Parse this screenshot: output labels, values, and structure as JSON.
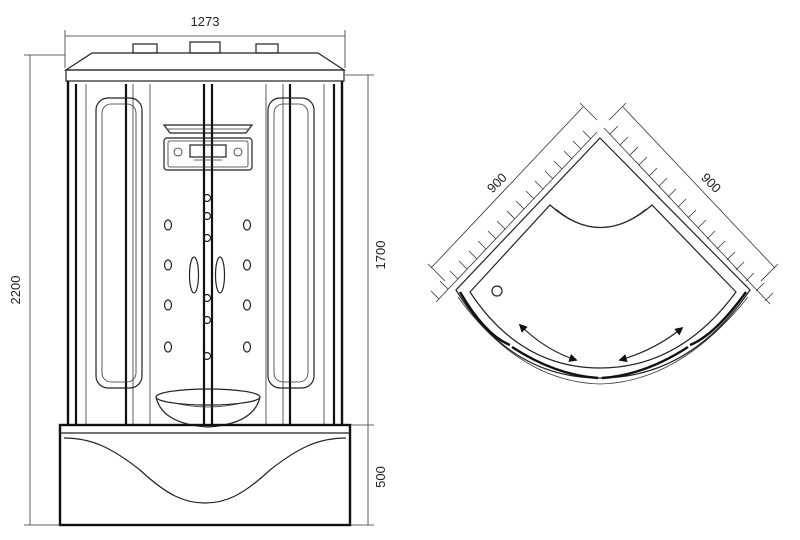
{
  "front_view": {
    "width_label": "1273",
    "total_height_label": "2200",
    "cabin_height_label": "1700",
    "tray_height_label": "500"
  },
  "plan_view": {
    "side_a_label": "900",
    "side_b_label": "900"
  },
  "colors": {
    "line": "#111111",
    "background": "#ffffff"
  }
}
